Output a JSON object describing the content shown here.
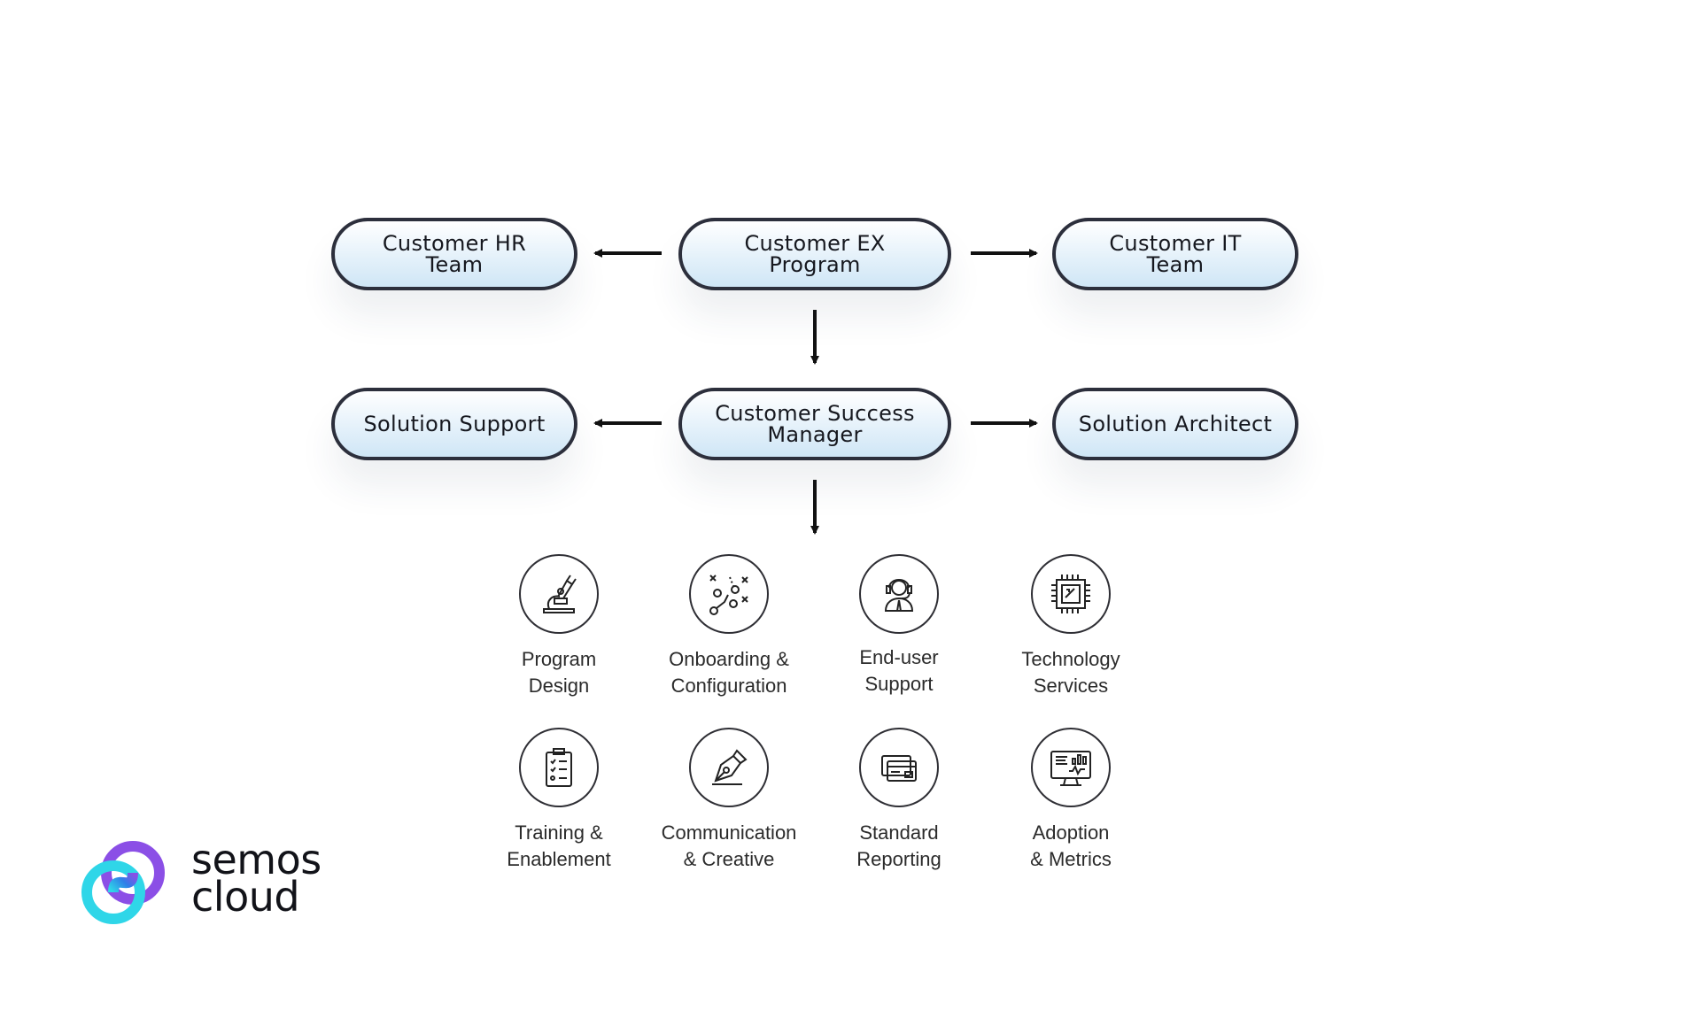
{
  "diagram": {
    "nodes": {
      "hr_team": [
        "Customer HR",
        "Team"
      ],
      "ex_program": [
        "Customer EX",
        "Program"
      ],
      "it_team": [
        "Customer IT",
        "Team"
      ],
      "solution_support": [
        "Solution Support"
      ],
      "csm": [
        "Customer Success",
        "Manager"
      ],
      "solution_architect": [
        "Solution Architect"
      ]
    },
    "edges": [
      [
        "Customer EX Program",
        "Customer HR Team"
      ],
      [
        "Customer EX Program",
        "Customer IT Team"
      ],
      [
        "Customer EX Program",
        "Customer Success Manager"
      ],
      [
        "Customer Success Manager",
        "Solution Support"
      ],
      [
        "Customer Success Manager",
        "Solution Architect"
      ],
      [
        "Customer Success Manager",
        "Services"
      ]
    ],
    "services": [
      {
        "icon": "microscope-icon",
        "label": [
          "Program",
          "Design"
        ]
      },
      {
        "icon": "strategy-play-icon",
        "label": [
          "Onboarding &",
          "Configuration"
        ]
      },
      {
        "icon": "support-agent-icon",
        "label": [
          "End-user",
          "Support"
        ]
      },
      {
        "icon": "cpu-chip-icon",
        "label": [
          "Technology",
          "Services"
        ]
      },
      {
        "icon": "checklist-clipboard-icon",
        "label": [
          "Training &",
          "Enablement"
        ]
      },
      {
        "icon": "pen-nib-icon",
        "label": [
          "Communication",
          "& Creative"
        ]
      },
      {
        "icon": "cards-report-icon",
        "label": [
          "Standard",
          "Reporting"
        ]
      },
      {
        "icon": "monitor-metrics-icon",
        "label": [
          "Adoption",
          "& Metrics"
        ]
      }
    ]
  },
  "brand": {
    "name_line1": "semos",
    "name_line2": "cloud",
    "colors": {
      "purple": "#8b4fe6",
      "cyan": "#2fd6e8",
      "blue": "#2f7ee8"
    }
  },
  "colors": {
    "outline": "#2c2f3c",
    "pill_gradient_bottom": "#cfe6f6"
  }
}
